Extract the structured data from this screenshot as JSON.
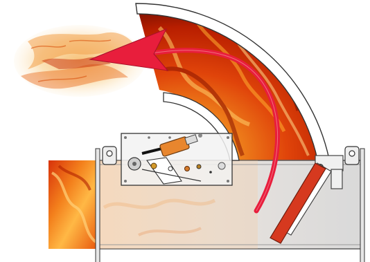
{
  "diagram": {
    "kind": "fire damper / relief flap cutaway illustration",
    "text_labels": [],
    "colors": {
      "flame_core": "#c81c00",
      "flame_mid": "#f05a0a",
      "flame_light": "#ffb43c",
      "housing_fill": "#dcdcdc",
      "housing_stroke": "#5a5a5a",
      "arrow": "#e81e3c",
      "blade": "#d6391f",
      "actuator": "#e8862e",
      "panel_white": "#ffffff"
    },
    "components": [
      "flame-plume-left",
      "flame-arc-panel",
      "flame-inlet-block",
      "damper-housing",
      "actuator-mechanism-plate",
      "white-arc-guide-outer",
      "white-arc-guide-inner",
      "red-flow-arrow",
      "damper-blade",
      "mounting-bracket-left",
      "mounting-bracket-right"
    ]
  }
}
